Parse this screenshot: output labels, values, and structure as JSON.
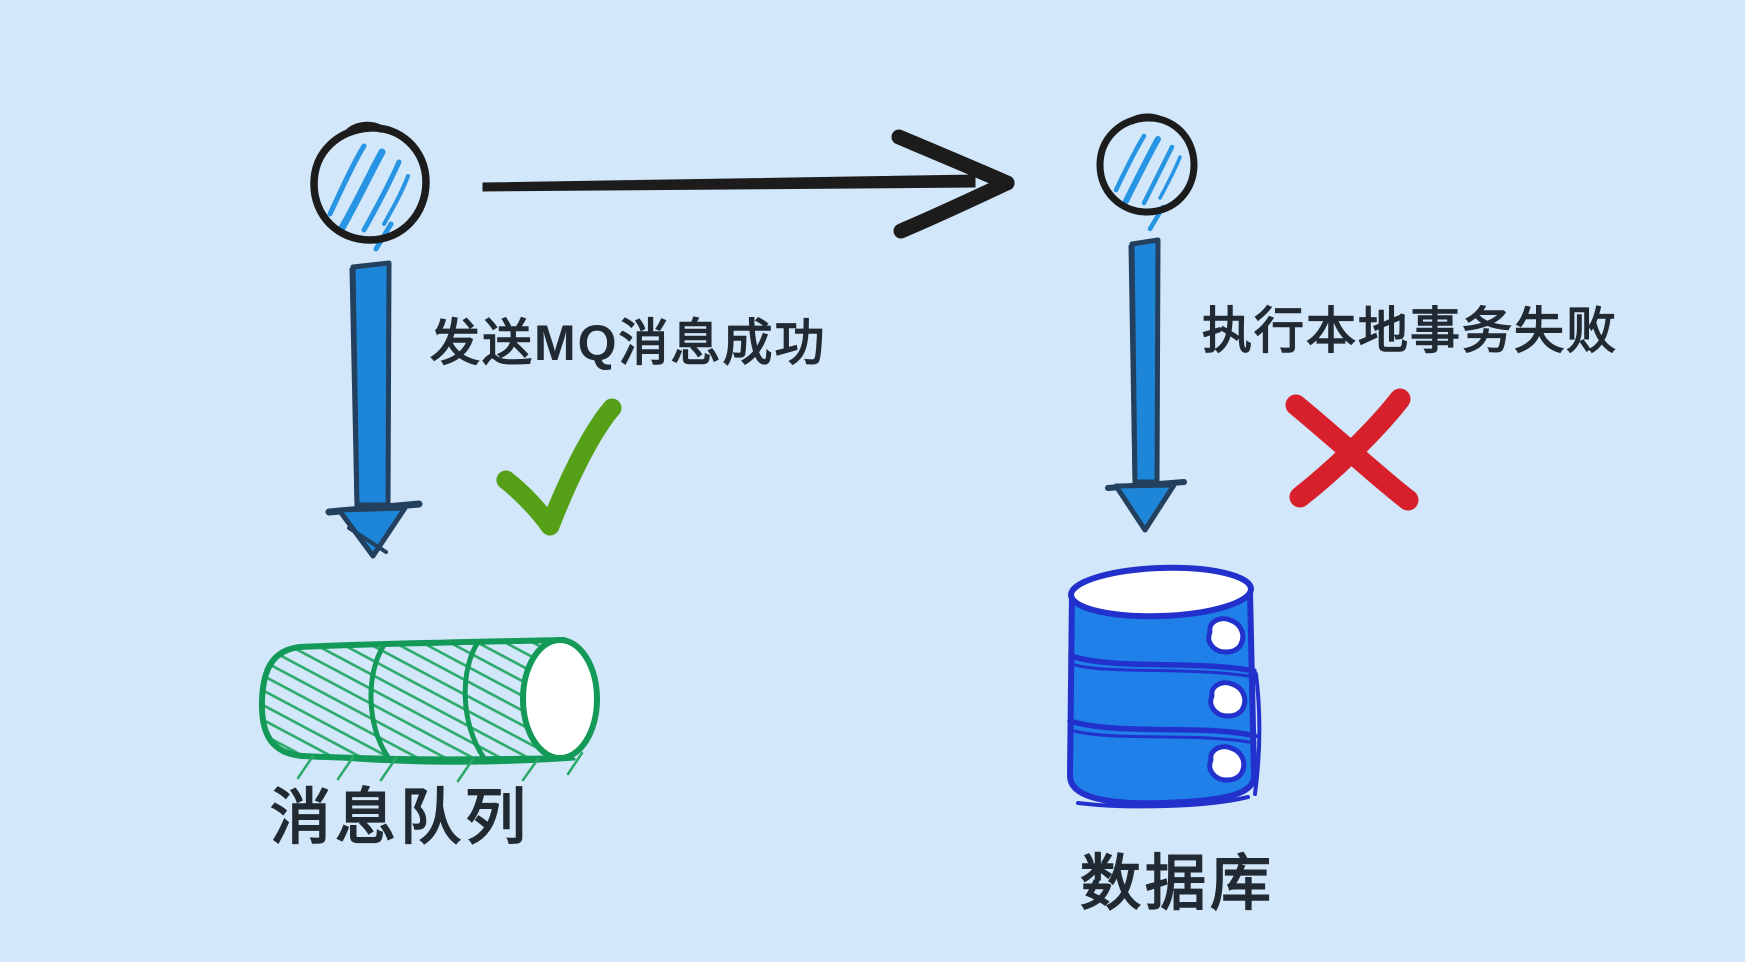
{
  "canvas": {
    "background_color": "#d2e7f9",
    "text_color": "#212a33"
  },
  "diagram": {
    "source_nodes": {
      "left": {
        "icon": "hatched-circle-icon"
      },
      "right": {
        "icon": "hatched-circle-icon"
      }
    },
    "flows": {
      "left": {
        "caption": "发送MQ消息成功",
        "status_icon": "check-icon",
        "status_color": "#55a017",
        "target_label": "消息队列",
        "target_icon": "queue-cylinder-icon"
      },
      "right": {
        "caption": "执行本地事务失败",
        "status_icon": "cross-icon",
        "status_color": "#d7202c",
        "target_label": "数据库",
        "target_icon": "database-cylinder-icon"
      }
    },
    "colors": {
      "sketch_black": "#1c1c1c",
      "circle_hatch_blue": "#2794e4",
      "down_arrow_fill": "#1e86d9",
      "down_arrow_outline": "#23405e",
      "queue_outline_green": "#139a58",
      "queue_hatch_green": "#2aa968",
      "db_fill_blue": "#1e80e8",
      "db_stroke_blue": "#2331cc"
    }
  }
}
